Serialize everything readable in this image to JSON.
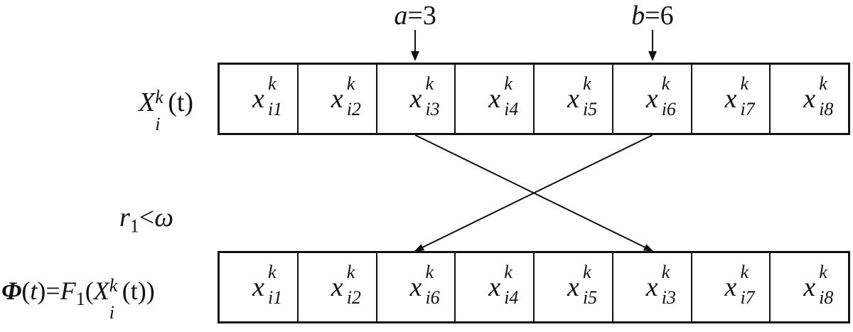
{
  "pointers": [
    {
      "var": "a",
      "eq": "=3",
      "cell_index": 2
    },
    {
      "var": "b",
      "eq": "=6",
      "cell_index": 5
    }
  ],
  "top_row": {
    "label": {
      "base": "X",
      "sup": "k",
      "sub": "i",
      "arg": "(t)"
    },
    "cells": [
      {
        "base": "x",
        "sup": "k",
        "sub_i": "i",
        "sub_n": "1"
      },
      {
        "base": "x",
        "sup": "k",
        "sub_i": "i",
        "sub_n": "2"
      },
      {
        "base": "x",
        "sup": "k",
        "sub_i": "i",
        "sub_n": "3"
      },
      {
        "base": "x",
        "sup": "k",
        "sub_i": "i",
        "sub_n": "4"
      },
      {
        "base": "x",
        "sup": "k",
        "sub_i": "i",
        "sub_n": "5"
      },
      {
        "base": "x",
        "sup": "k",
        "sub_i": "i",
        "sub_n": "6"
      },
      {
        "base": "x",
        "sup": "k",
        "sub_i": "i",
        "sub_n": "7"
      },
      {
        "base": "x",
        "sup": "k",
        "sub_i": "i",
        "sub_n": "8"
      }
    ]
  },
  "condition": {
    "r": "r",
    "r_sub": "1",
    "op": "<",
    "omega": "ω"
  },
  "bottom_row": {
    "label": {
      "phi": "Φ",
      "t_open": "(",
      "t": "t",
      "t_close": ")",
      "eq": "=",
      "F": "F",
      "F_sub": "1",
      "open": "(",
      "X": "X",
      "X_sup": "k",
      "X_sub": "i",
      "arg": "(t))"
    },
    "cells": [
      {
        "base": "x",
        "sup": "k",
        "sub_i": "i",
        "sub_n": "1"
      },
      {
        "base": "x",
        "sup": "k",
        "sub_i": "i",
        "sub_n": "2"
      },
      {
        "base": "x",
        "sup": "k",
        "sub_i": "i",
        "sub_n": "6"
      },
      {
        "base": "x",
        "sup": "k",
        "sub_i": "i",
        "sub_n": "4"
      },
      {
        "base": "x",
        "sup": "k",
        "sub_i": "i",
        "sub_n": "5"
      },
      {
        "base": "x",
        "sup": "k",
        "sub_i": "i",
        "sub_n": "3"
      },
      {
        "base": "x",
        "sup": "k",
        "sub_i": "i",
        "sub_n": "7"
      },
      {
        "base": "x",
        "sup": "k",
        "sub_i": "i",
        "sub_n": "8"
      }
    ]
  },
  "swaps": [
    {
      "from_cell": 2,
      "to_cell": 5
    },
    {
      "from_cell": 5,
      "to_cell": 2
    }
  ]
}
